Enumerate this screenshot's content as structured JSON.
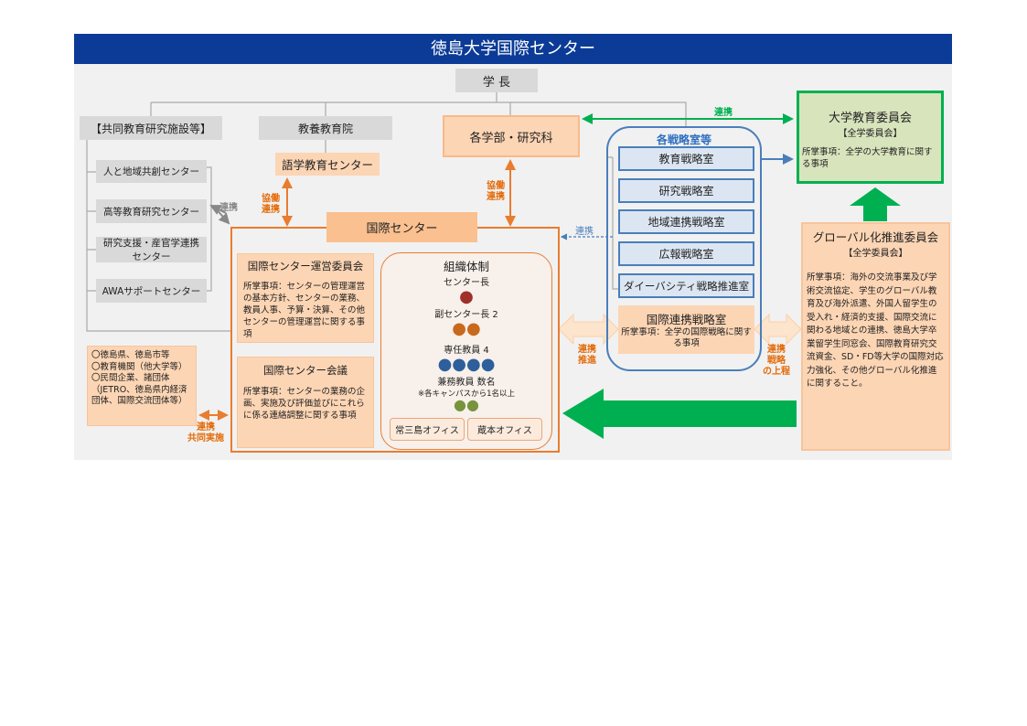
{
  "title": "徳島大学国際センター",
  "president": "学 長",
  "joint_facilities": {
    "title": "【共同教育研究施設等】",
    "items": [
      "人と地域共創センター",
      "高等教育研究センター",
      "研究支援・産官学連携センター",
      "AWAサポートセンター"
    ]
  },
  "liberal_arts": "教養教育院",
  "language_center": "語学教育センター",
  "faculties": "各学部・研究科",
  "strategy": {
    "title": "各戦略室等",
    "rooms": [
      "教育戦略室",
      "研究戦略室",
      "地域連携戦略室",
      "広報戦略室",
      "ダイーバシティ戦略推進室"
    ],
    "intl_title": "国際連携戦略室",
    "intl_desc": "所掌事項：全学の国際戦略に関する事項"
  },
  "edu_committee": {
    "title": "大学教育委員会",
    "sub": "【全学委員会】",
    "desc": "所掌事項：全学の大学教育に関する事項"
  },
  "global_committee": {
    "title": "グローバル化推進委員会",
    "sub": "【全学委員会】",
    "desc": "所掌事項：海外の交流事業及び学術交流協定、学生のグローバル教育及び海外派遣、外国人留学生の受入れ・経済的支援、国際交流に関わる地域との連携、徳島大学卒業留学生同窓会、国際教育研究交流資金、SD・FD等大学の国際対応力強化、その他グローバル化推進に関すること。"
  },
  "intl_center": {
    "title": "国際センター",
    "steering": {
      "title": "国際センター運営委員会",
      "desc": "所掌事項：センターの管理運営の基本方針、センターの業務、教員人事、予算・決算、その他センターの管理運営に関する事項"
    },
    "meeting": {
      "title": "国際センター会議",
      "desc": "所掌事項：センターの業務の企画、実施及び評価並びにこれらに係る連絡調整に関する事項"
    },
    "org": {
      "title": "組織体制",
      "director": "センター長",
      "vice": "副センター長 2",
      "fulltime": "専任教員 4",
      "concurrent": "兼務教員 数名",
      "note": "※各キャンパスから1名以上",
      "offices": [
        "常三島オフィス",
        "蔵本オフィス"
      ]
    }
  },
  "external": [
    "〇徳島県、徳島市等",
    "〇教育機関（他大学等）",
    "〇民間企業、諸団体",
    "（JETRO、徳島県内経済団体、国際交流団体等）"
  ],
  "labels": {
    "renkei": "連携",
    "kyodo_renkei": "協働\n連携",
    "renkei_suishin": "連携\n推進",
    "renkei_joshin": "連携\n戦略\nの上程",
    "renkei_kyodo": "連携\n共同実施"
  },
  "colors": {
    "header": "#0b3b96",
    "orange": "#e97c2f",
    "peach": "#fcd5b4",
    "blue": "#4a7ebb",
    "green": "#00b050"
  }
}
